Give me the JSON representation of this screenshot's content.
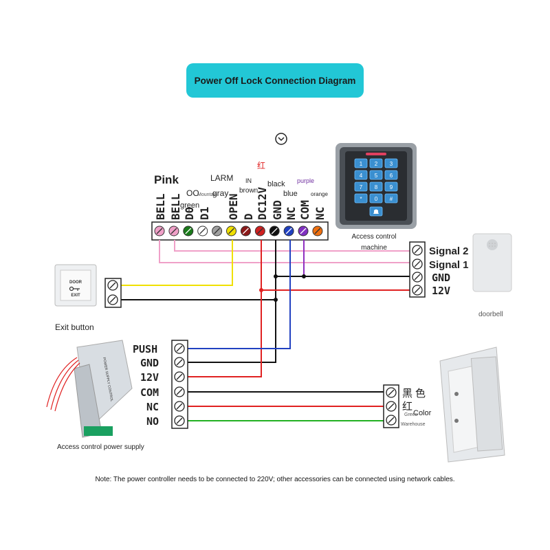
{
  "title": "Power Off Lock Connection Diagram",
  "terminal_labels": [
    "BELL",
    "BELL",
    "D0",
    "D1",
    "OPEN",
    "D",
    "DC12V",
    "GND",
    "NC",
    "COM",
    "NC"
  ],
  "terminal_colors": [
    "#f0a0c8",
    "#f0a0c8",
    "#1a7a1a",
    "#ffffff",
    "#a0a0a0",
    "#f0e000",
    "#8b1a1a",
    "#d02020",
    "#101010",
    "#2040c0",
    "#8030c0",
    "#f07010"
  ],
  "wire_colors": {
    "pink": "#f0a0c8",
    "yellow": "#f0e000",
    "red": "#e02020",
    "black": "#101010",
    "blue": "#2040c0",
    "purple": "#9030c0",
    "green": "#20b020"
  },
  "wire_color_labels": {
    "pink": "Pink",
    "green": "green",
    "mountain": "Mountain",
    "larm": "LARM",
    "gray": "gray",
    "in": "IN",
    "brown": "brown",
    "red": "红",
    "black": "black",
    "blue": "blue",
    "purple": "purple",
    "orange": "orange",
    "oo": "OO"
  },
  "keypad": {
    "label": "Access control machine",
    "keys": [
      "1",
      "2",
      "3",
      "4",
      "5",
      "6",
      "7",
      "8",
      "9",
      "*",
      "0",
      "#",
      "🔔"
    ]
  },
  "doorbell": {
    "label": "doorbell",
    "terminals": [
      "Signal 2",
      "Signal 1",
      "GND",
      "12V"
    ]
  },
  "exit_button": {
    "label": "Exit button",
    "plate_text_top": "DOOR",
    "plate_text_bottom": "EXIT"
  },
  "power_supply": {
    "label": "Access control power supply",
    "terminals": [
      "PUSH",
      "GND",
      "12V",
      "COM",
      "NC",
      "NO"
    ]
  },
  "lock": {
    "labels": [
      "黑色",
      "红",
      "Color"
    ],
    "tiny_labels": [
      "Green",
      "Warehouse"
    ]
  },
  "note": "Note: The power controller needs to be connected to 220V; other accessories can be connected using network cables."
}
